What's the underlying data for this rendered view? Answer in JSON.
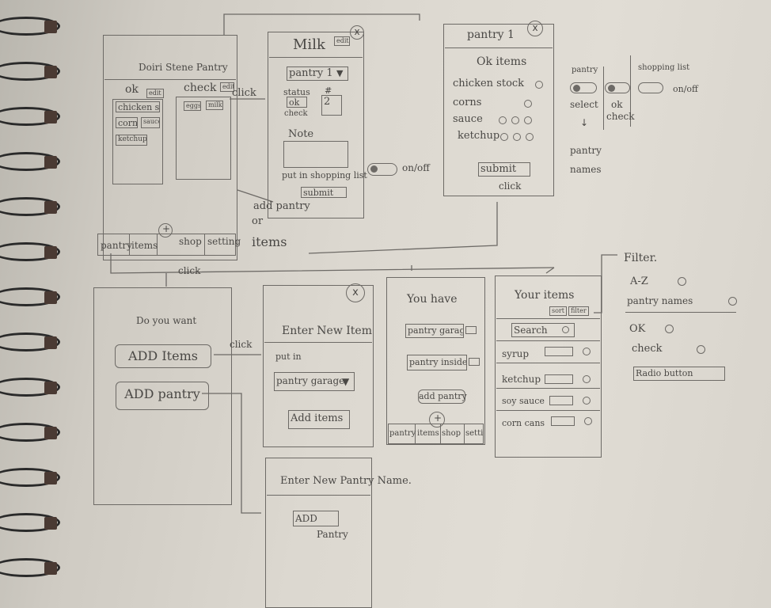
{
  "screen_home": {
    "title": "Doiri Stene Pantry",
    "col_ok": "ok",
    "col_check": "check",
    "edit_tag": "edit",
    "ok_items": [
      "chicken stock",
      "corns",
      "sauce",
      "ketchup"
    ],
    "check_items": [
      "eggs",
      "milk"
    ],
    "click_label": "click",
    "tabs": [
      "pantry",
      "items",
      "shop",
      "setting"
    ],
    "items_label": "items",
    "add_pantry_label": "add pantry",
    "or_label": "or",
    "plus": "+"
  },
  "screen_milk": {
    "title": "Milk",
    "edit_tag": "edit",
    "close": "x",
    "pantry_select": "pantry 1",
    "status_label": "status",
    "status_ok": "ok",
    "status_check": "check",
    "qty_label": "#",
    "qty_value": "2",
    "note_label": "Note",
    "shopping_list_label": "put in shopping list",
    "toggle_label": "on/off",
    "submit": "submit"
  },
  "screen_pantry1": {
    "title": "pantry 1",
    "close": "x",
    "subtitle": "Ok items",
    "items": [
      "chicken stock",
      "corns",
      "sauce",
      "ketchup"
    ],
    "submit": "submit",
    "click_label": "click"
  },
  "legend": {
    "pantry_label": "pantry",
    "shopping_label": "shopping list",
    "onoff_label": "on/off",
    "select_label": "select",
    "ok_label": "ok",
    "check_label": "check",
    "down_arrow": "↓",
    "names_label": "pantry names"
  },
  "screen_doyouwant": {
    "title": "Do you want",
    "add_items": "ADD Items",
    "add_pantry": "ADD pantry",
    "click_label": "click"
  },
  "screen_newitem": {
    "close": "x",
    "title": "Enter New Item",
    "put_in": "put in",
    "select": "pantry garage",
    "button": "Add items"
  },
  "screen_youhave": {
    "title": "You have",
    "pantries": [
      "pantry garage",
      "pantry inside"
    ],
    "add_pantry": "add pantry",
    "plus": "+",
    "tabs": [
      "pantry",
      "items",
      "shop",
      "setting"
    ]
  },
  "screen_youritems": {
    "title": "Your items",
    "sort_tag": "sort",
    "filter_tag": "filter",
    "search": "Search",
    "items": [
      "syrup",
      "ketchup",
      "soy sauce",
      "corn cans"
    ]
  },
  "filter_panel": {
    "title": "Filter.",
    "options": [
      "A-Z",
      "pantry names",
      "OK",
      "check"
    ],
    "note": "Radio button"
  },
  "screen_newpantry": {
    "title": "Enter New Pantry Name.",
    "button_line1": "ADD",
    "button_line2": "Pantry"
  }
}
